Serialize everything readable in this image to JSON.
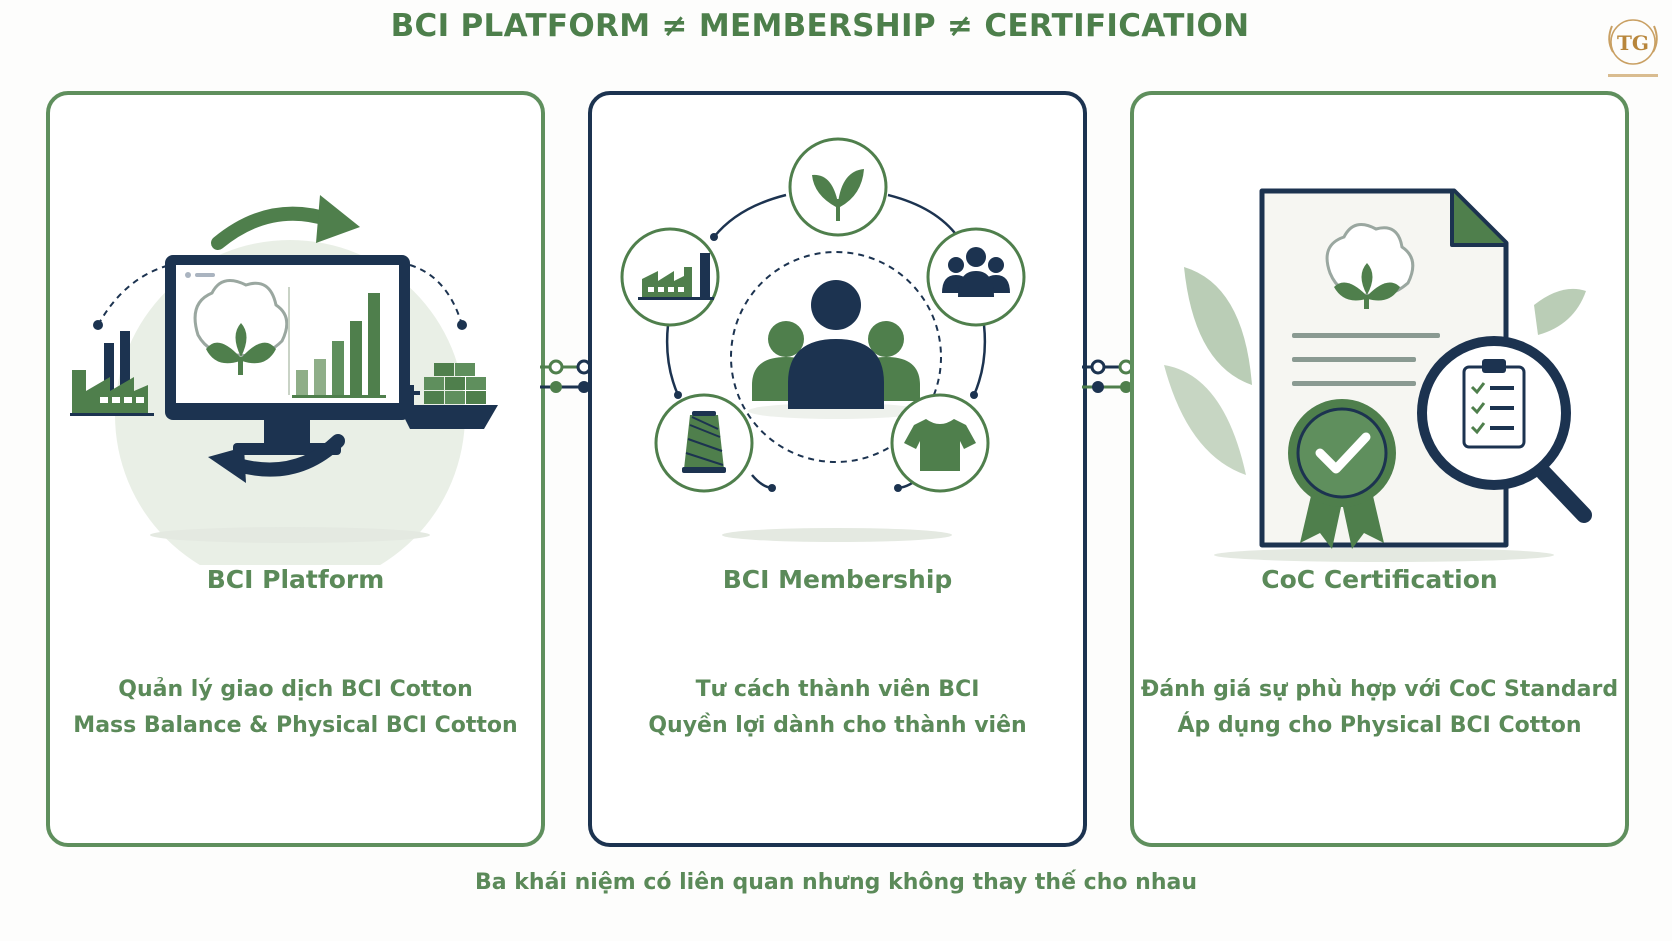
{
  "title": "BCI PLATFORM ≠ MEMBERSHIP ≠ CERTIFICATION",
  "logo": {
    "icon": "tg-crest-logo-icon",
    "color": "#b8863b"
  },
  "panels": [
    {
      "title": "BCI Platform",
      "lines": [
        "Quản lý giao dịch BCI Cotton",
        "Mass Balance & Physical BCI Cotton"
      ],
      "border_color": "#5f8f5d"
    },
    {
      "title": "BCI Membership",
      "lines": [
        "Tư cách thành viên BCI",
        "Quyền lợi dành cho thành viên"
      ],
      "border_color": "#1c3350"
    },
    {
      "title": "CoC Certification",
      "lines": [
        "Đánh giá sự phù hợp với CoC Standard",
        "Áp dụng cho Physical BCI Cotton"
      ],
      "border_color": "#5f8f5d"
    }
  ],
  "footer": "Ba khái niệm có liên quan nhưng không thay thế cho nhau",
  "colors": {
    "green": "#4f7f4c",
    "navy": "#1c3350",
    "light_green": "#e9efe6",
    "text_green": "#5b8a59"
  }
}
